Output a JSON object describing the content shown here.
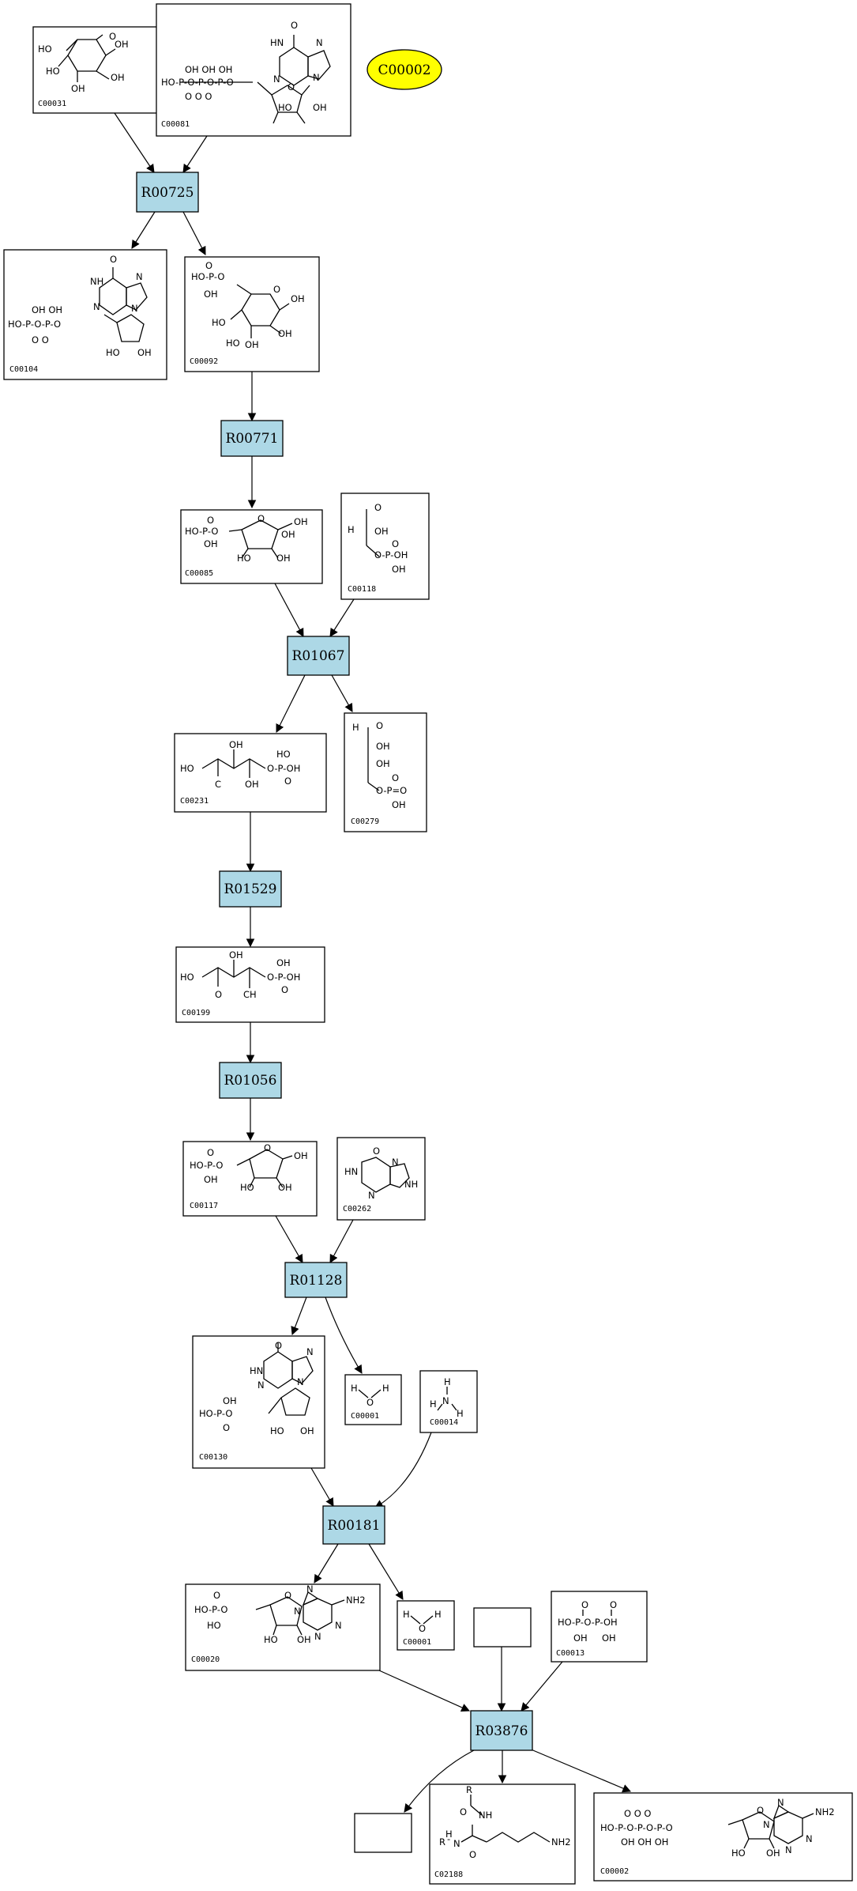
{
  "highlight": {
    "label": "C00002",
    "color": "#ffff00"
  },
  "colors": {
    "reaction_fill": "#add8e6",
    "compound_fill": "#ffffff",
    "line": "#000000"
  },
  "reactions": {
    "R00725": "R00725",
    "R00771": "R00771",
    "R01067": "R01067",
    "R01529": "R01529",
    "R01056": "R01056",
    "R01128": "R01128",
    "R00181": "R00181",
    "R03876": "R03876"
  },
  "compounds": {
    "C00031": "C00031",
    "C00081": "C00081",
    "C00104": "C00104",
    "C00092": "C00092",
    "C00085": "C00085",
    "C00118": "C00118",
    "C00231": "C00231",
    "C00279": "C00279",
    "C00199": "C00199",
    "C00117": "C00117",
    "C00262": "C00262",
    "C00130": "C00130",
    "C00001a": "C00001",
    "C00014": "C00014",
    "C00020": "C00020",
    "C00001b": "C00001",
    "C00013": "C00013",
    "C02188": "C02188",
    "C00002": "C00002"
  }
}
